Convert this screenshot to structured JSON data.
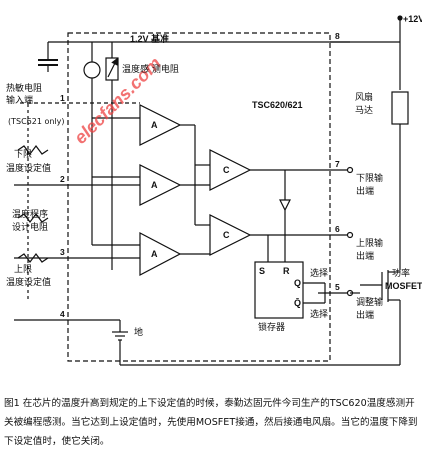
{
  "diagram": {
    "chip_label": "TSC620/621",
    "ref_label": "1.2V 基准",
    "sensor_label": "温度感 测电阻",
    "thermistor_label": [
      "热敏电阻",
      "输入端",
      "(TSC621 only)"
    ],
    "low_setpoint_label": [
      "下限",
      "温度设定值"
    ],
    "program_res_label": [
      "温度程序",
      "设计电阻"
    ],
    "high_setpoint_label": [
      "上限",
      "温度设定值"
    ],
    "ground_label": "地",
    "vcc_label": "+12V",
    "fan_label": [
      "风扇",
      "马达"
    ],
    "low_out_label": [
      "下限输",
      "出端"
    ],
    "high_out_label": [
      "上限输",
      "出端"
    ],
    "adjust_out_label": [
      "调整输",
      "出端"
    ],
    "mosfet_label": [
      "功率",
      "MOSFET"
    ],
    "latch_label": "锁存器",
    "select_label_1": "选择",
    "select_label_2": "选择",
    "amp_a_label": "A",
    "cmp_c_label": "C",
    "latch_s": "S",
    "latch_r": "R",
    "latch_q": "Q",
    "latch_qbar": "Q̄",
    "pins": [
      "1",
      "2",
      "3",
      "4",
      "5",
      "6",
      "7",
      "8"
    ],
    "watermark": "elecfans.com"
  },
  "caption": {
    "text": "图1 在芯片的温度升高到规定的上下设定值的时候，泰勤达固元件今司生产的TSC620温度感测开关被编程感测。当它达到上设定值时，先使用MOSFET接通，然后接通电风扇。当它的温度下降到下设定值时，使它关闭。"
  }
}
